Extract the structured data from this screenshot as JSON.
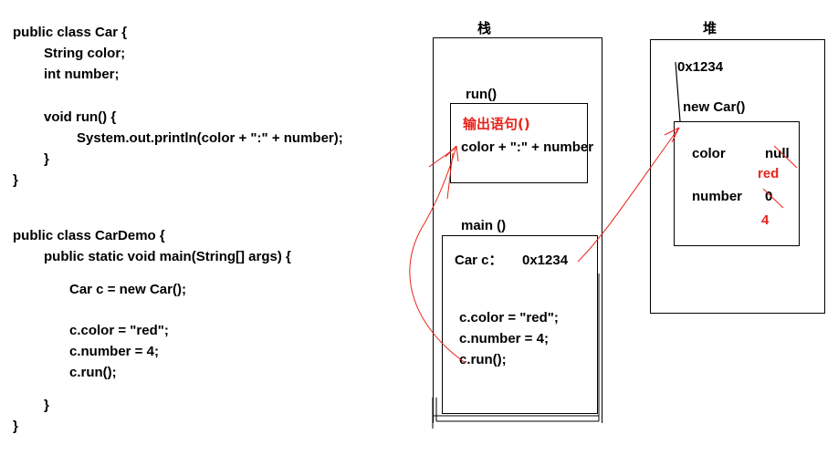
{
  "code": {
    "lines": [
      "public class Car {",
      "String color;",
      "int number;",
      "void run() {",
      "System.out.println(color + \":\" + number);",
      "}",
      "}",
      "public class CarDemo {",
      "public static void main(String[] args) {",
      "Car c = new Car();",
      "c.color = \"red\";",
      "c.number = 4;",
      "c.run();",
      "}",
      "}"
    ]
  },
  "stack": {
    "title": "栈",
    "run_frame": {
      "label": "run()",
      "output_statement": "输出语句()",
      "expression": "color + \":\" + number"
    },
    "main_frame": {
      "label": "main ()",
      "var_name": "Car c：",
      "var_value": "0x1234",
      "statements": [
        "c.color = \"red\";",
        "c.number = 4;",
        "c.run();"
      ]
    }
  },
  "heap": {
    "title": "堆",
    "address": "0x1234",
    "object_label": "new Car()",
    "fields": [
      {
        "name": "color",
        "old_value": "null",
        "new_value": "red"
      },
      {
        "name": "number",
        "old_value": "0",
        "new_value": "4"
      }
    ]
  },
  "colors": {
    "annotation": "#e8231b",
    "text": "#000000"
  }
}
